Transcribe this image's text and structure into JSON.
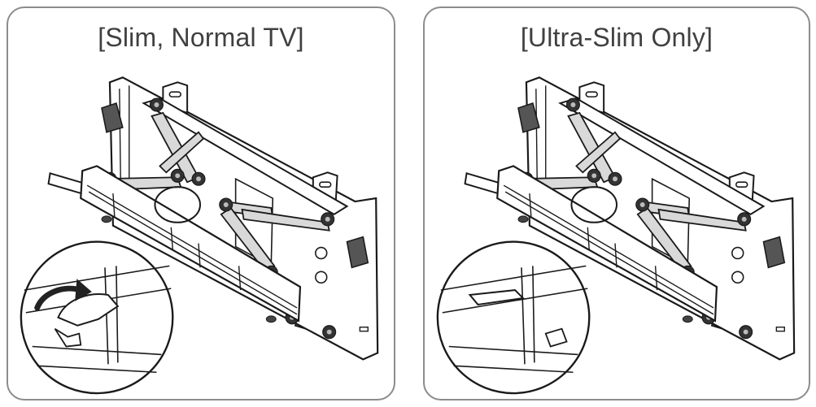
{
  "panels": [
    {
      "id": "left",
      "title": "[Slim, Normal TV]",
      "detail": "rotate-arrow-installed"
    },
    {
      "id": "right",
      "title": "[Ultra-Slim Only]",
      "detail": "no-arrow"
    }
  ],
  "colors": {
    "border": "#8c8c8c",
    "title": "#404040",
    "line": "#1a1a1a",
    "shade": "#d9d9d9",
    "fill": "#ffffff"
  }
}
